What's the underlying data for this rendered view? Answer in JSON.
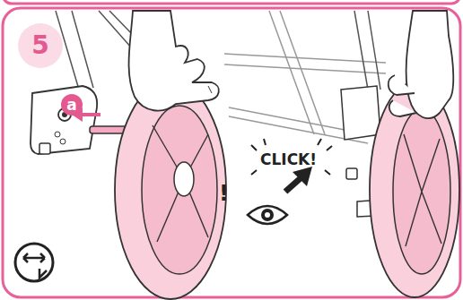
{
  "diagram": {
    "nodes": [
      {
        "text": [
          "5"
        ]
      },
      {
        "text": [
          "a"
        ]
      }
    ],
    "labels": [
      "CLICK!",
      "!"
    ]
  }
}
